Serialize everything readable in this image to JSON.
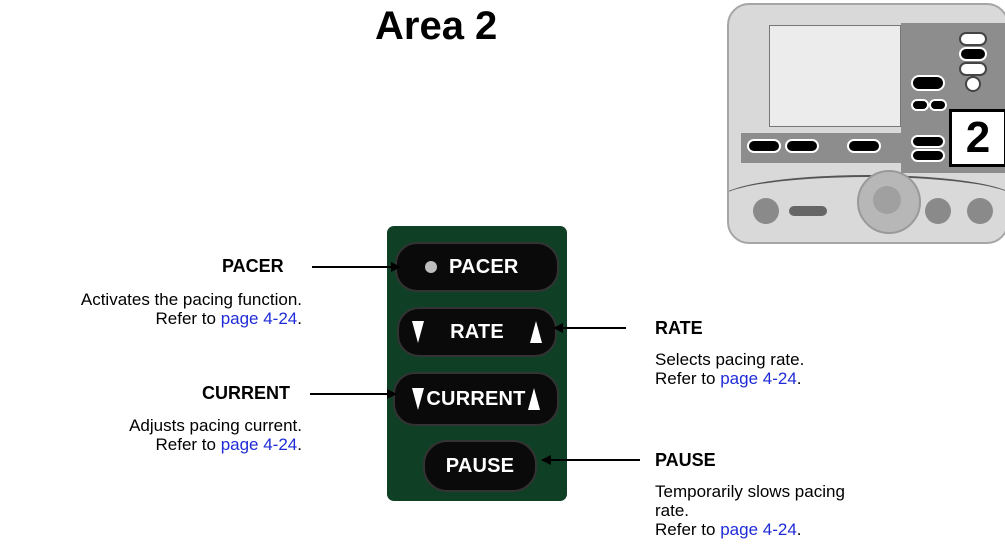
{
  "title": "Area 2",
  "device_thumbnail": {
    "highlight_number": "2"
  },
  "panel": {
    "buttons": {
      "pacer": "PACER",
      "rate": "RATE",
      "current": "CURRENT",
      "pause": "PAUSE"
    }
  },
  "callouts": {
    "pacer": {
      "label": "PACER",
      "description": "Activates the pacing function.",
      "refer_prefix": "Refer to ",
      "link": "page 4-24",
      "suffix": "."
    },
    "current": {
      "label": "CURRENT",
      "description": "Adjusts pacing current.",
      "refer_prefix": "Refer to ",
      "link": "page 4-24",
      "suffix": "."
    },
    "rate": {
      "label": "RATE",
      "description": "Selects pacing rate.",
      "refer_prefix": "Refer to ",
      "link": "page 4-24",
      "suffix": "."
    },
    "pause": {
      "label": "PAUSE",
      "description_line1": "Temporarily slows pacing",
      "description_line2": "rate.",
      "refer_prefix": "Refer to ",
      "link": "page 4-24",
      "suffix": "."
    }
  },
  "colors": {
    "panel_green": "#0f3f25",
    "button_black": "#0a0a0a",
    "link_blue": "#1f2bd6"
  }
}
